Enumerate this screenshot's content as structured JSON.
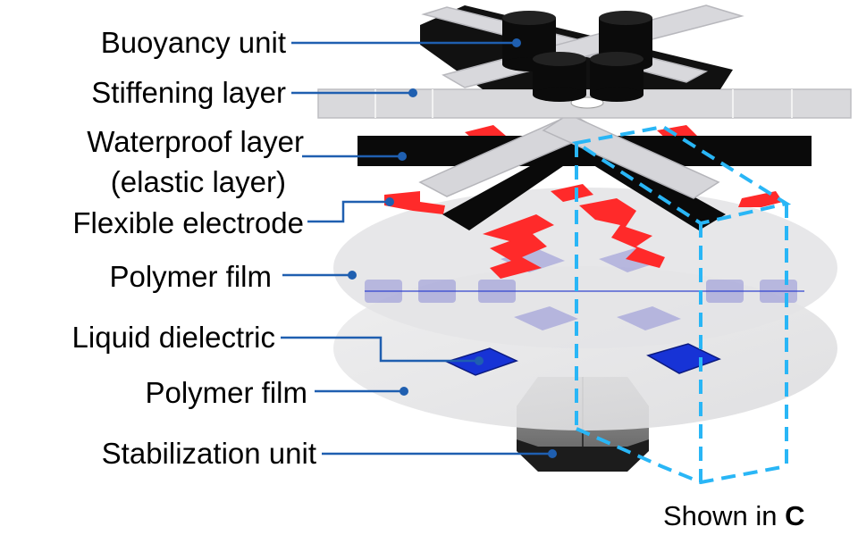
{
  "labels": {
    "buoyancy_unit": "Buoyancy unit",
    "stiffening_layer": "Stiffening layer",
    "waterproof_layer": "Waterproof layer",
    "elastic_layer": "(elastic layer)",
    "flexible_electrode": "Flexible electrode",
    "polymer_film_top": "Polymer film",
    "liquid_dielectric": "Liquid dielectric",
    "polymer_film_bottom": "Polymer film",
    "stabilization_unit": "Stabilization unit"
  },
  "caption": {
    "prefix": "Shown in ",
    "ref": "C"
  },
  "colors": {
    "leader": "#1f5fb0",
    "dashed_box": "#29b6f6",
    "electrode": "#ff2a2a",
    "dielectric": "#1733d6",
    "stiffening": "#d9d9dc",
    "waterproof": "#0a0a0a",
    "polymer": "#e2e2e4",
    "buoyancy": "#0b0b0b"
  }
}
